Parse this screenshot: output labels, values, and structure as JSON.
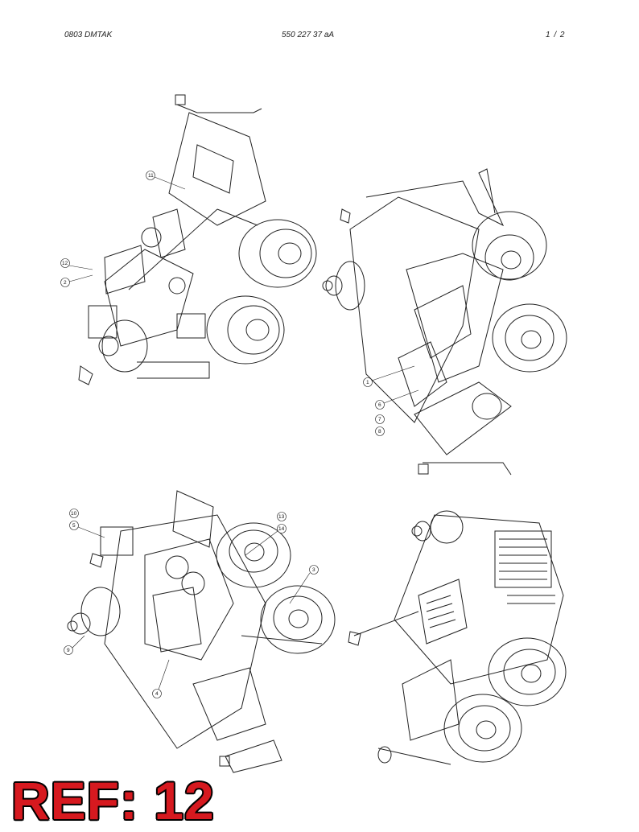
{
  "header": {
    "doc_code": "0803 DMTAK",
    "part_number": "550 227 37 aA",
    "page": "1 /  2"
  },
  "views": [
    {
      "callouts": [
        "11",
        "12",
        "2"
      ]
    },
    {
      "callouts": [
        "1",
        "6",
        "7",
        "8"
      ]
    },
    {
      "callouts": [
        "10",
        "5",
        "13",
        "14",
        "3",
        "9",
        "4"
      ]
    },
    {
      "callouts": []
    }
  ],
  "footer": {
    "ref_label": "REF: 12",
    "ref_color": "#d6191f"
  }
}
